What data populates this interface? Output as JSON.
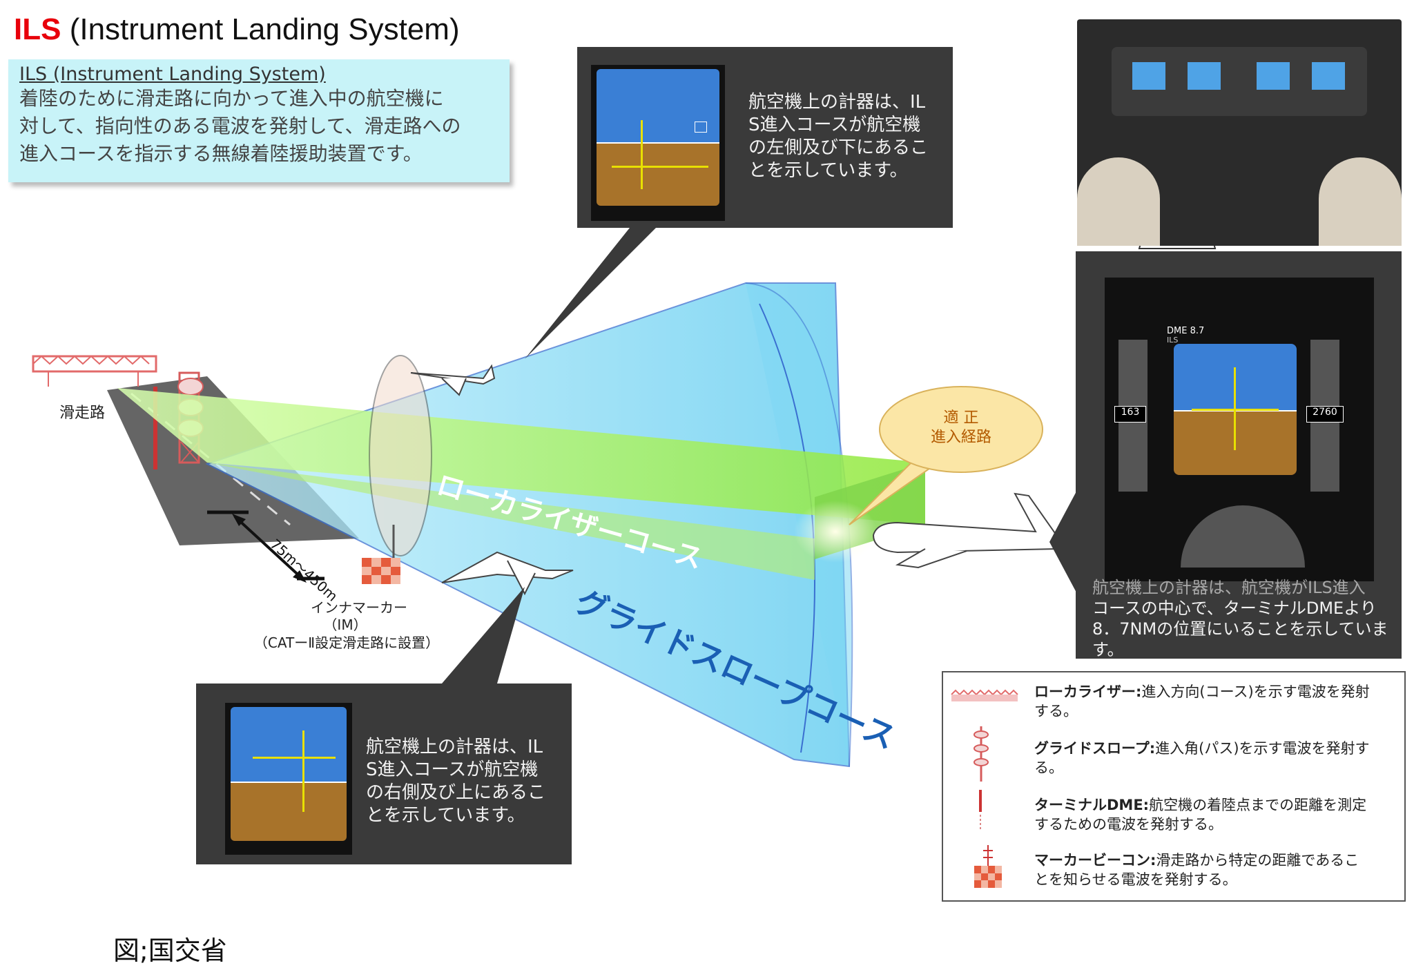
{
  "title": {
    "ils": "ILS",
    "rest": "(Instrument Landing System)"
  },
  "definition": {
    "heading": "ILS (Instrument Landing System)",
    "lines": [
      "着陸のために滑走路に向かって進入中の航空機に",
      "対して、指向性のある電波を発射して、滑走路への",
      "進入コースを指示する無線着陸援助装置です。"
    ]
  },
  "scene": {
    "runway": "滑走路",
    "localizer_course": "ローカライザーコース",
    "glideslope_course": "グライドスロープコース",
    "distance": "75m〜450m",
    "inner_marker": [
      "インナマーカー",
      "（IM）",
      "（CATーⅡ設定滑走路に設置）"
    ],
    "proper_path": [
      "適 正",
      "進入経路"
    ]
  },
  "callouts": {
    "top": [
      "航空機上の計器は、IL",
      "S進入コースが航空機",
      "の左側及び下にあるこ",
      "とを示しています。"
    ],
    "bottom": [
      "航空機上の計器は、IL",
      "S進入コースが航空機",
      "の右側及び上にあるこ",
      "とを示しています。"
    ],
    "right": [
      "航空機上の計器は、航空機がILS進入",
      "コースの中心で、ターミナルDMEより",
      "8．7NMの位置にいることを示していま",
      "す。"
    ]
  },
  "pfd": {
    "dme": "DME 8.7",
    "mode": "ILS",
    "speed": "163",
    "alt": "2760"
  },
  "legend": [
    {
      "term": "ローカライザー:",
      "desc": [
        "進入方向(コース)を示す電波を発射",
        "する。"
      ],
      "icon": "localizer-antenna-icon"
    },
    {
      "term": "グライドスロープ:",
      "desc": [
        "進入角(パス)を示す電波を発射す",
        "る。"
      ],
      "icon": "glideslope-antenna-icon"
    },
    {
      "term": "ターミナルDME:",
      "desc": [
        "航空機の着陸点までの距離を測定",
        "するための電波を発射する。"
      ],
      "icon": "dme-antenna-icon"
    },
    {
      "term": "マーカービーコン:",
      "desc": [
        "滑走路から特定の距離であるこ",
        "とを知らせる電波を発射する。"
      ],
      "icon": "marker-beacon-icon"
    }
  ],
  "source": "図;国交省",
  "colors": {
    "ils_red": "#e8000b",
    "callout_bg": "#3a3a3a",
    "localizer_green": "#8fe83a",
    "glideslope_blue": "#6fd3f0",
    "sky": "#3a7fd5",
    "ground": "#a8732a"
  }
}
